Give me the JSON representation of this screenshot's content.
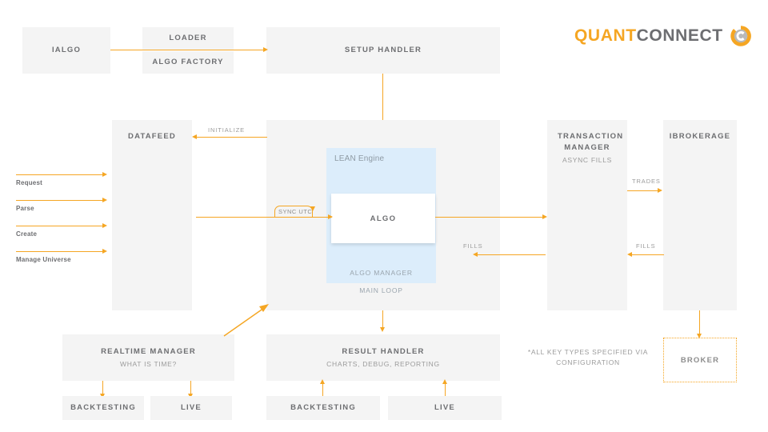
{
  "brand": {
    "name_first": "QUANT",
    "name_second": "CONNECT",
    "accent_color": "#f5a623",
    "gray_color": "#6d6e71",
    "logo_mark": "quantconnect-circular-c-mark"
  },
  "boxes": {
    "ialgo": {
      "title": "IALGO"
    },
    "loader": {
      "title": "LOADER"
    },
    "algo_factory": {
      "title": "ALGO FACTORY"
    },
    "setup_handler": {
      "title": "SETUP HANDLER"
    },
    "datafeed": {
      "title": "DATAFEED"
    },
    "transaction_manager": {
      "title": "TRANSACTION MANAGER",
      "subtitle": "ASYNC FILLS"
    },
    "ibrokerage": {
      "title": "IBROKERAGE"
    },
    "broker": {
      "title": "BROKER"
    },
    "realtime_manager": {
      "title": "REALTIME MANAGER",
      "subtitle": "WHAT IS TIME?"
    },
    "result_handler": {
      "title": "RESULT HANDLER",
      "subtitle": "CHARTS, DEBUG, REPORTING"
    },
    "realtime_backtesting": {
      "title": "BACKTESTING"
    },
    "realtime_live": {
      "title": "LIVE"
    },
    "result_backtesting": {
      "title": "BACKTESTING"
    },
    "result_live": {
      "title": "LIVE"
    }
  },
  "engine": {
    "lean_label": "LEAN Engine",
    "algo_label": "ALGO",
    "algo_manager_label": "ALGO MANAGER",
    "main_loop_label": "MAIN LOOP"
  },
  "arrow_labels": {
    "initialize": "INITIALIZE",
    "sync_utc": "SYNC UTC",
    "trades": "TRADES",
    "fills_center": "FILLS",
    "fills_right": "FILLS"
  },
  "inputs": [
    {
      "label": "Request"
    },
    {
      "label": "Parse"
    },
    {
      "label": "Create"
    },
    {
      "label": "Manage Universe"
    }
  ],
  "notes": {
    "config_note_line1": "*ALL KEY TYPES SPECIFIED VIA",
    "config_note_line2": "CONFIGURATION"
  }
}
